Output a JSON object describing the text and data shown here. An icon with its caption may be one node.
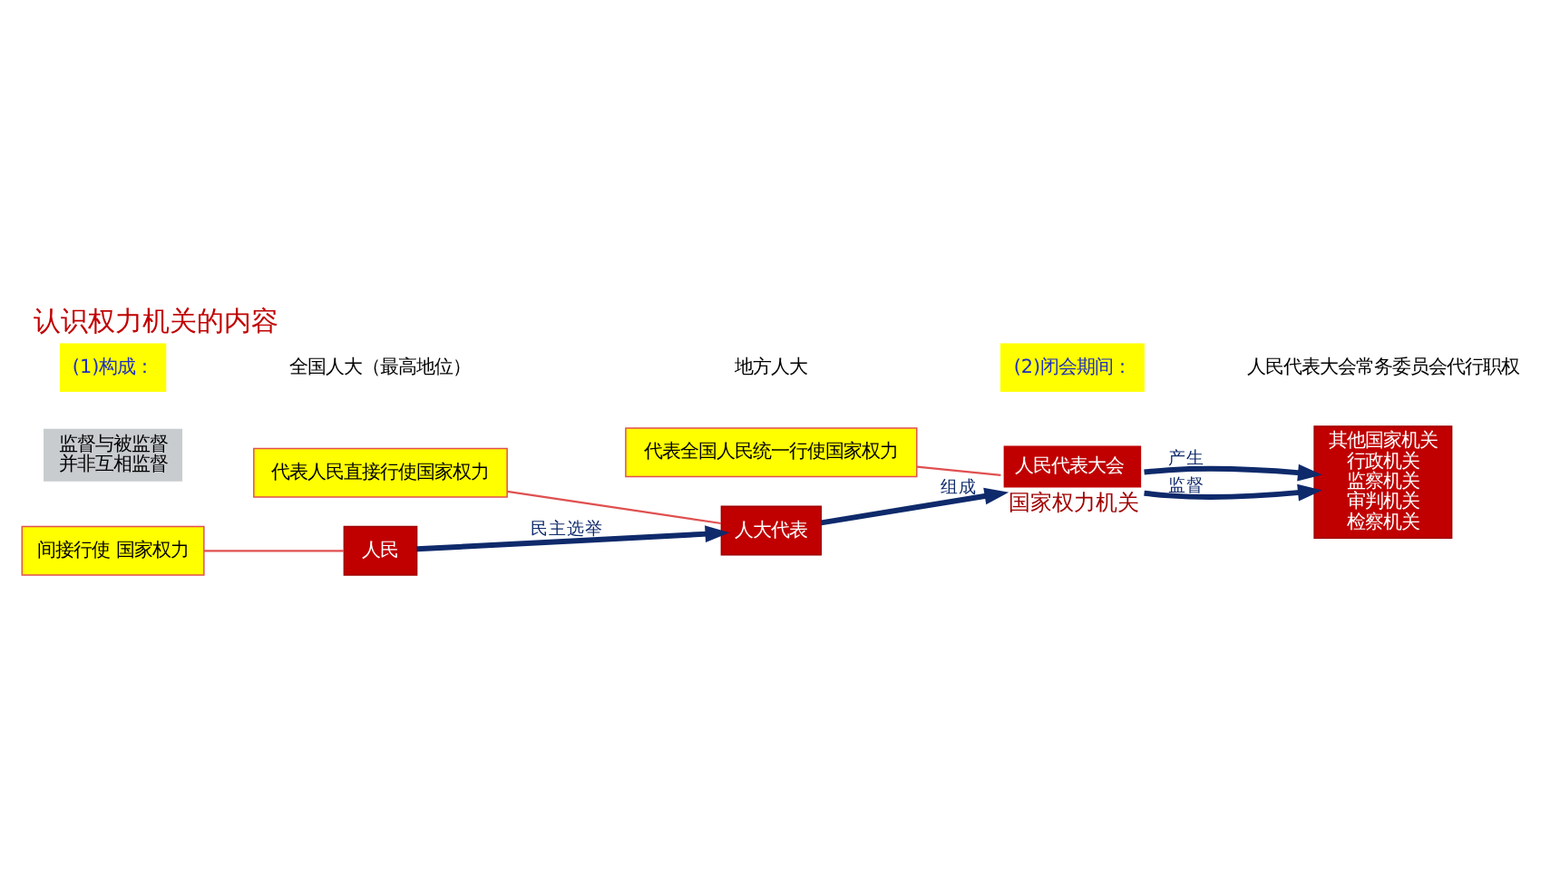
{
  "diagram": {
    "title": "认识权力机关的内容",
    "nodes": [
      {
        "text": [
          "人民"
        ]
      },
      {
        "text": [
          "人大代表"
        ]
      },
      {
        "text": [
          "人民代表大会"
        ],
        "beside": [
          "国家权力机关"
        ]
      },
      {
        "text": [
          "其他国家机关",
          "行政机关",
          "监察机关",
          "审判机关",
          "检察机关"
        ]
      },
      {
        "text": [
          "间接行使 国家权力"
        ]
      },
      {
        "text": [
          "代表人民直接行使国家权力"
        ]
      },
      {
        "text": [
          "代表全国人民统一行使国家权力"
        ]
      },
      {
        "text": [
          "监督与被监督",
          "并非互相监督"
        ]
      }
    ],
    "edges": [
      {
        "from": 0,
        "to": 1,
        "arrow": "to",
        "label": "民主选举"
      },
      {
        "from": 1,
        "to": 2,
        "arrow": "to",
        "label": "组成"
      },
      {
        "from": 2,
        "to": 3,
        "arrow": "to",
        "label": "产生"
      },
      {
        "from": 2,
        "to": 3,
        "arrow": "to",
        "label": "监督"
      },
      {
        "from": 4,
        "to": 0,
        "arrow": "none",
        "color": "#e05050"
      },
      {
        "from": 5,
        "to": 1,
        "arrow": "none",
        "color": "#e05050"
      },
      {
        "from": 6,
        "to": 2,
        "arrow": "none",
        "color": "#e05050"
      }
    ],
    "labels": [
      "(1)构成：",
      "全国人大（最高地位）",
      "地方人大",
      "(2)闭会期间：",
      "人民代表大会常务委员会代行职权"
    ]
  }
}
